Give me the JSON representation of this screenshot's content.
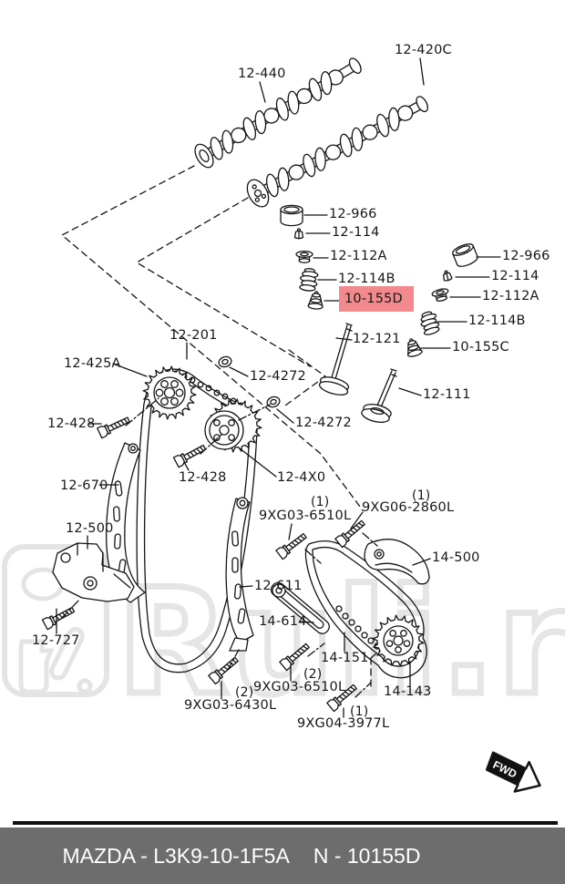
{
  "watermark": {
    "text": "Ruli.ru"
  },
  "diagram": {
    "highlight_color": "#f2898c",
    "fwd_label": "FWD",
    "labels": {
      "cam_intake": "12-440",
      "cam_exhaust": "12-420C",
      "tappet": "12-966",
      "keeper": "12-114",
      "spring_seat": "12-112A",
      "spring": "12-114B",
      "seal_intake": "10-155D",
      "seal_exhaust": "10-155C",
      "valve_intake": "12-121",
      "valve_exhaust": "12-111",
      "chain": "12-201",
      "cam_sprocket": "12-425A",
      "sprocket_bolt": "12-428",
      "washer": "12-4272",
      "vvt_actuator": "12-4X0",
      "chain_guide": "12-670",
      "tensioner": "12-500",
      "tensioner_bolt": "12-727",
      "tension_guide": "12-611",
      "bolt_9xg03_6510l": "9XG03-6510L",
      "bolt_9xg06_2860l": "9XG06-2860L",
      "balance_guide": "14-500",
      "balance_arm": "14-614",
      "balance_chain": "14-151",
      "balance_sprocket": "14-143",
      "bolt_9xg03_6430l": "9XG03-6430L",
      "bolt_9xg04_3977l": "9XG04-3977L",
      "qty_one": "(1)",
      "qty_two": "(2)"
    }
  },
  "footer": {
    "brand_code": "MAZDA - L3K9-10-1F5A",
    "part_number": "N - 10155D"
  }
}
